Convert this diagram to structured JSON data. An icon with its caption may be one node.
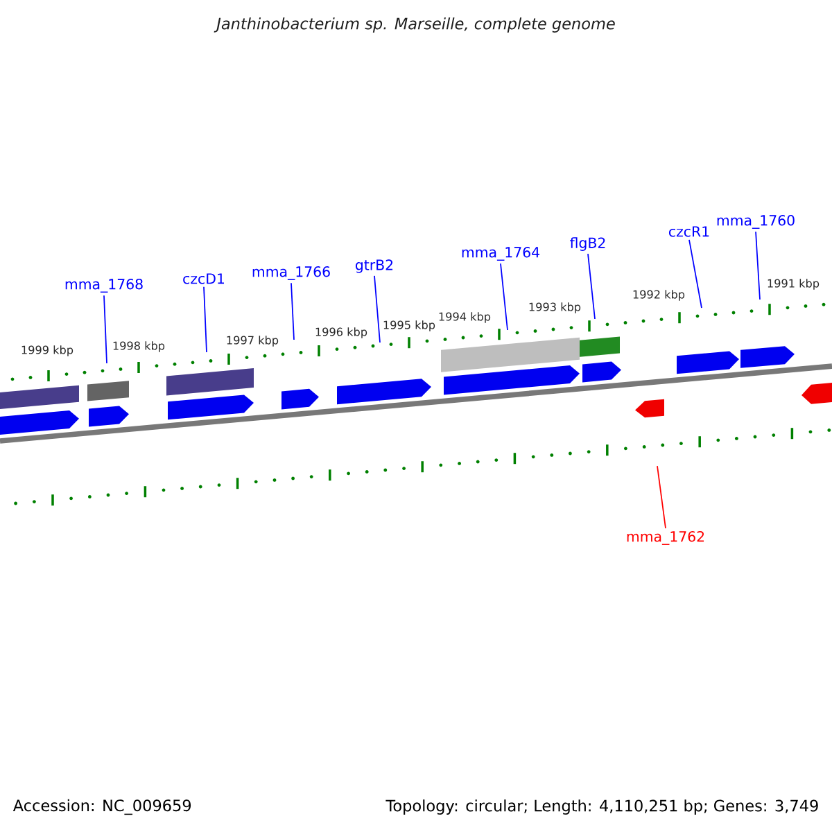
{
  "diagram": {
    "title": "Janthinobacterium sp. Marseille, complete genome",
    "nodes": [
      {
        "text": [
          "mma_1768"
        ]
      },
      {
        "text": [
          "czcD1"
        ]
      },
      {
        "text": [
          "mma_1766"
        ]
      },
      {
        "text": [
          "gtrB2"
        ]
      },
      {
        "text": [
          "mma_1764"
        ]
      },
      {
        "text": [
          "flgB2"
        ]
      },
      {
        "text": [
          "czcR1"
        ]
      },
      {
        "text": [
          "mma_1760"
        ]
      },
      {
        "text": [
          "mma_1762"
        ]
      }
    ],
    "edges": [
      {
        "from": 0,
        "to": null,
        "arrow": "none"
      },
      {
        "from": 1,
        "to": null,
        "arrow": "none"
      },
      {
        "from": 2,
        "to": null,
        "arrow": "none"
      },
      {
        "from": 3,
        "to": null,
        "arrow": "none"
      },
      {
        "from": 4,
        "to": null,
        "arrow": "none"
      },
      {
        "from": 5,
        "to": null,
        "arrow": "none"
      },
      {
        "from": 6,
        "to": null,
        "arrow": "none"
      },
      {
        "from": 7,
        "to": null,
        "arrow": "none"
      },
      {
        "from": 8,
        "to": null,
        "arrow": "none",
        "color": "#ff0000"
      }
    ],
    "labels": [
      "1999 kbp",
      "1998 kbp",
      "1997 kbp",
      "1996 kbp",
      "1995 kbp",
      "1994 kbp",
      "1993 kbp",
      "1992 kbp",
      "1991 kbp",
      "Accession: NC_009659",
      "Topology: circular; Length: 4,110,251 bp; Genes: 3,749"
    ]
  }
}
